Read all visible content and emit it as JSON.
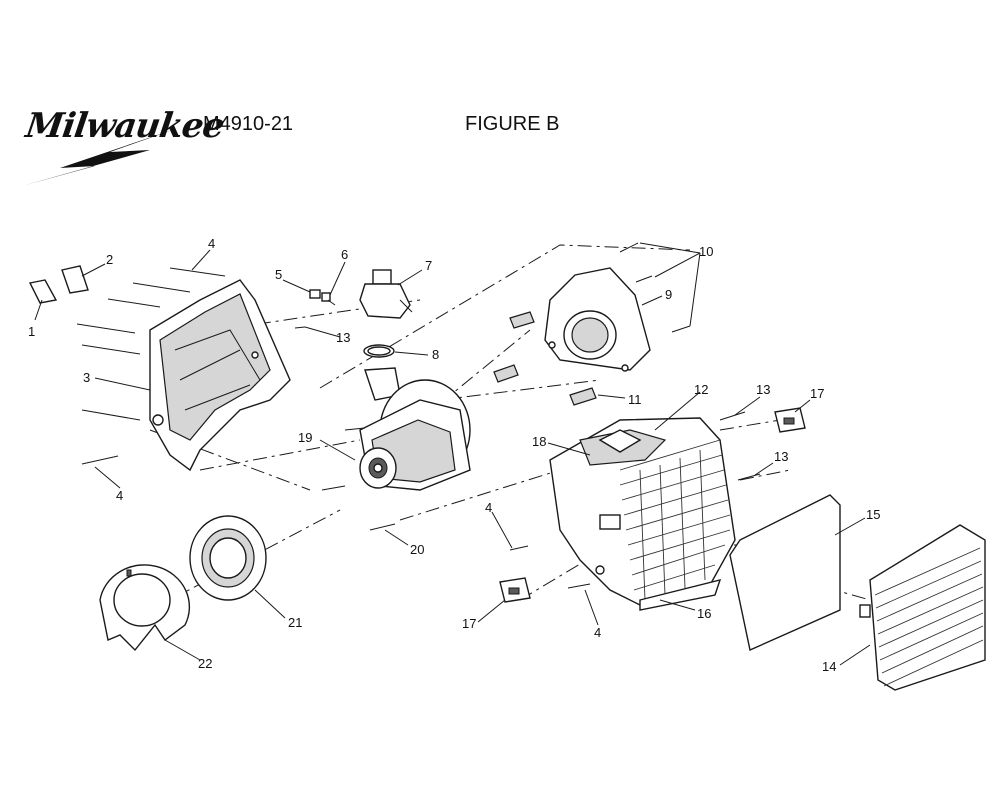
{
  "header": {
    "brand": "Milwaukee",
    "model": "M4910-21",
    "figure": "FIGURE B"
  },
  "callouts": [
    {
      "id": "c1",
      "text": "1"
    },
    {
      "id": "c2",
      "text": "2"
    },
    {
      "id": "c3",
      "text": "3"
    },
    {
      "id": "c4a",
      "text": "4"
    },
    {
      "id": "c4b",
      "text": "4"
    },
    {
      "id": "c4c",
      "text": "4"
    },
    {
      "id": "c4d",
      "text": "4"
    },
    {
      "id": "c5",
      "text": "5"
    },
    {
      "id": "c6",
      "text": "6"
    },
    {
      "id": "c7",
      "text": "7"
    },
    {
      "id": "c8",
      "text": "8"
    },
    {
      "id": "c9",
      "text": "9"
    },
    {
      "id": "c10",
      "text": "10"
    },
    {
      "id": "c11",
      "text": "11"
    },
    {
      "id": "c12",
      "text": "12"
    },
    {
      "id": "c13a",
      "text": "13"
    },
    {
      "id": "c13b",
      "text": "13"
    },
    {
      "id": "c13c",
      "text": "13"
    },
    {
      "id": "c14",
      "text": "14"
    },
    {
      "id": "c15",
      "text": "15"
    },
    {
      "id": "c16",
      "text": "16"
    },
    {
      "id": "c17a",
      "text": "17"
    },
    {
      "id": "c17b",
      "text": "17"
    },
    {
      "id": "c18",
      "text": "18"
    },
    {
      "id": "c19",
      "text": "19"
    },
    {
      "id": "c20",
      "text": "20"
    },
    {
      "id": "c21",
      "text": "21"
    },
    {
      "id": "c22",
      "text": "22"
    }
  ]
}
